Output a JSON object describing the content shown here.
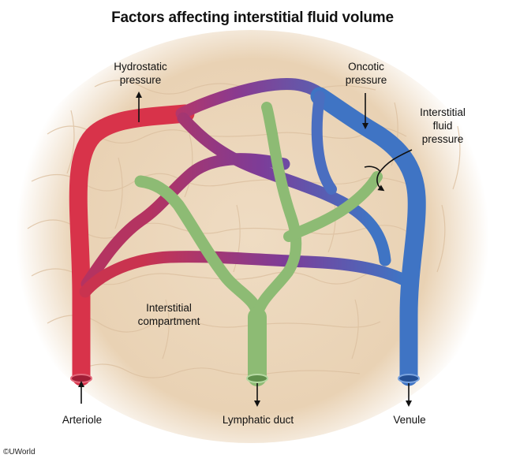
{
  "title": "Factors affecting interstitial fluid volume",
  "labels": {
    "hydrostatic_line1": "Hydrostatic",
    "hydrostatic_line2": "pressure",
    "oncotic_line1": "Oncotic",
    "oncotic_line2": "pressure",
    "interstitial_fluid_line1": "Interstitial",
    "interstitial_fluid_line2": "fluid",
    "interstitial_fluid_line3": "pressure",
    "compartment_line1": "Interstitial",
    "compartment_line2": "compartment",
    "arteriole": "Arteriole",
    "lymphatic": "Lymphatic duct",
    "venule": "Venule"
  },
  "credit": "©UWorld",
  "colors": {
    "arterial": "#d8334a",
    "venous": "#3f74c4",
    "mixed": "#7d3c98",
    "lymph": "#8dbb74",
    "tissue": "#ecd6ba"
  }
}
